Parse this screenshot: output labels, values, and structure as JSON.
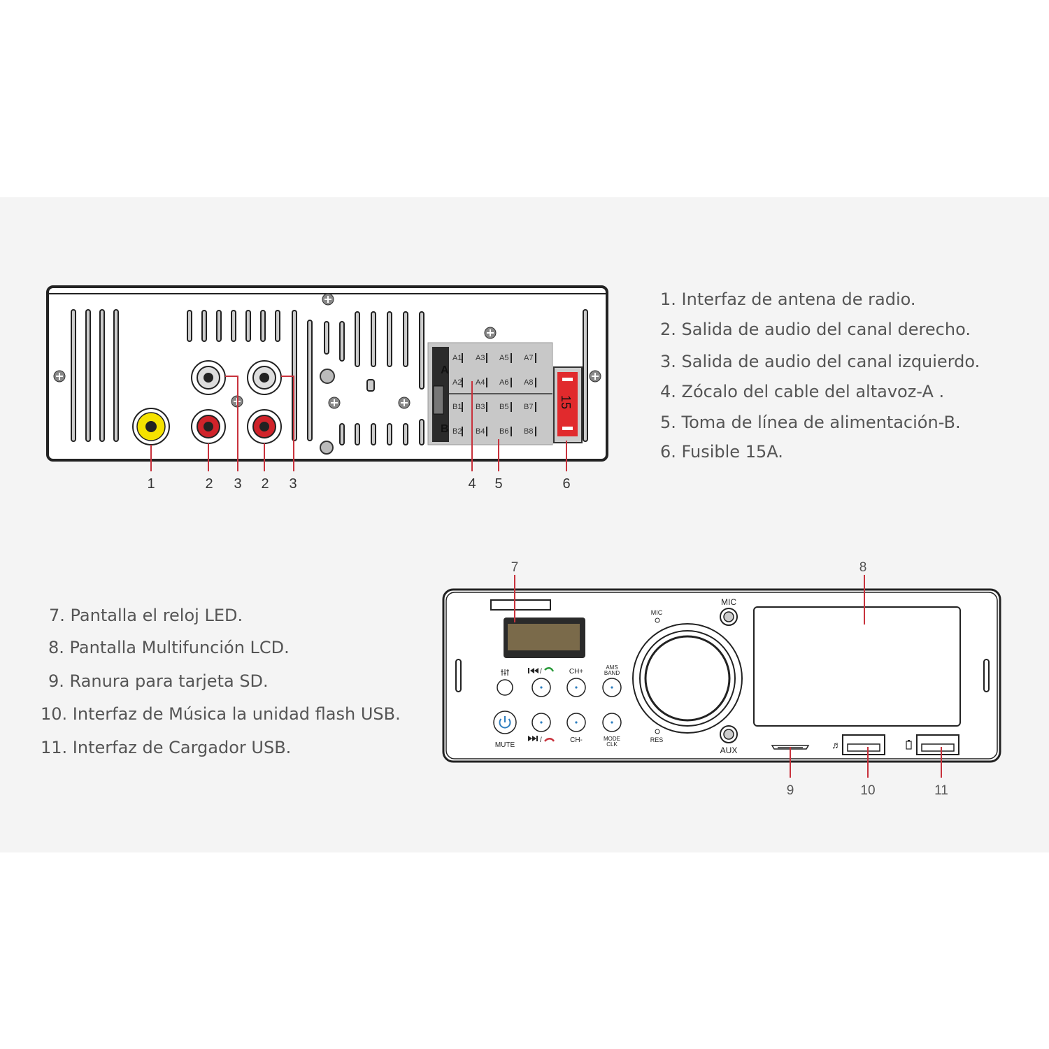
{
  "rear": {
    "callouts": [
      "1",
      "2",
      "3",
      "2",
      "3",
      "4",
      "5",
      "6"
    ],
    "connector_block_a": "A",
    "connector_block_b": "B",
    "pins_a_row1": [
      "A1",
      "A3",
      "A5",
      "A7"
    ],
    "pins_a_row2": [
      "A2",
      "A4",
      "A6",
      "A8"
    ],
    "pins_b_row1": [
      "B1",
      "B3",
      "B5",
      "B7"
    ],
    "pins_b_row2": [
      "B2",
      "B4",
      "B6",
      "B8"
    ],
    "fuse_label": "15"
  },
  "rear_legend": [
    "1. Interfaz de antena de radio.",
    "2. Salida de audio del canal derecho.",
    "3. Salida de audio del canal izquierdo.",
    "4. Zócalo del cable del altavoz-A .",
    "5. Toma de línea de alimentación-B.",
    "6. Fusible 15A."
  ],
  "front": {
    "callouts": [
      "7",
      "8",
      "9",
      "10",
      "11"
    ],
    "labels": {
      "mic_top": "MIC",
      "mic_small": "MIC",
      "res": "RES",
      "aux": "AUX",
      "ch_plus": "CH+",
      "ch_minus": "CH-",
      "ams": "AMS",
      "band": "BAND",
      "mode": "MODE",
      "clk": "CLK",
      "mute": "MUTE"
    }
  },
  "front_legend": [
    "7. Pantalla el reloj LED.",
    "8. Pantalla Multifunción LCD.",
    "9. Ranura para tarjeta SD.",
    "10. Interfaz de Música la unidad flash USB.",
    "11. Interfaz de Cargador USB."
  ],
  "colors": {
    "callout_line": "#c8323c",
    "rca_red": "#d0232a",
    "rca_yellow": "#f5e200",
    "fuse_red": "#e12a2d",
    "power_blue": "#2f7fc0",
    "icon_green": "#2a9a3a"
  }
}
